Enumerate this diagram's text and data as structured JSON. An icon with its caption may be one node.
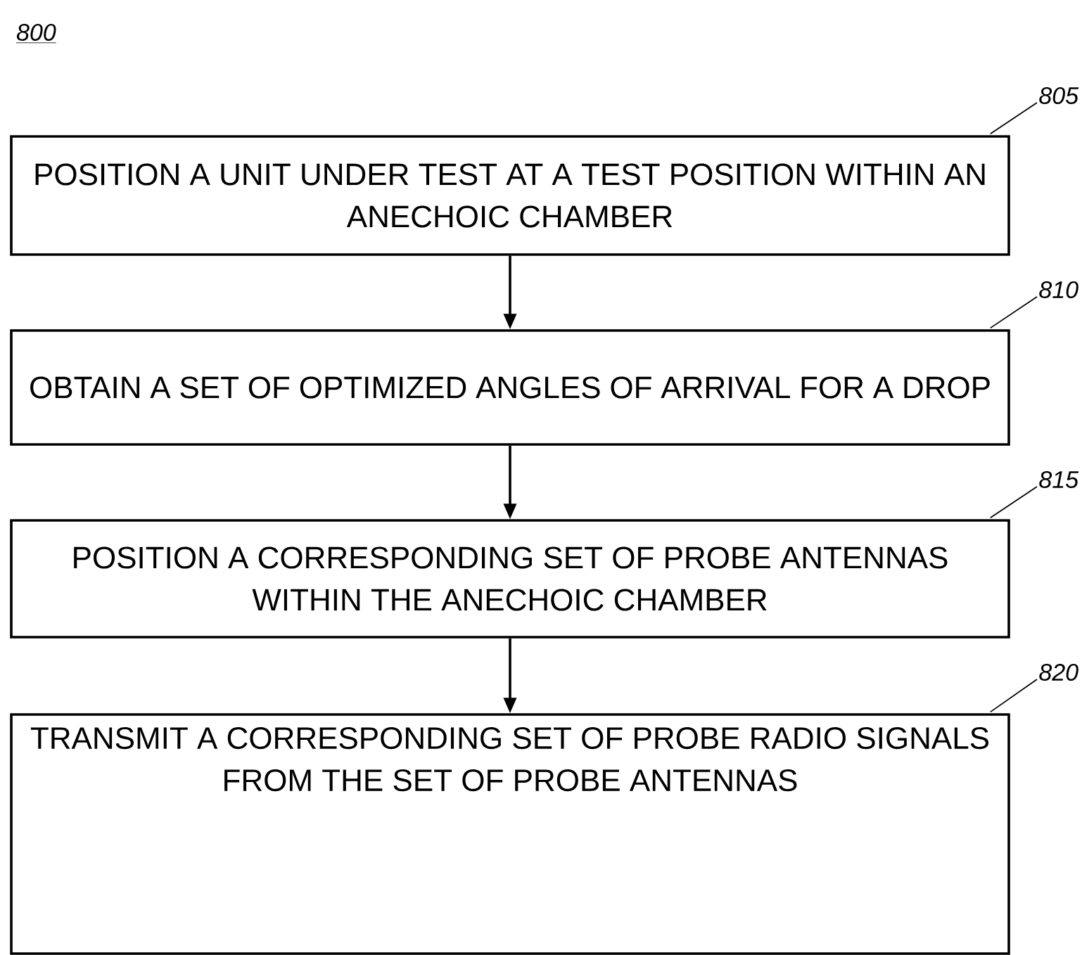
{
  "diagram": {
    "nodes": [
      {
        "text": [
          "POSITION A UNIT UNDER TEST AT A TEST POSITION WITHIN AN ANECHOIC CHAMBER"
        ]
      },
      {
        "text": [
          "805"
        ]
      },
      {
        "text": [
          "OBTAIN A SET OF OPTIMIZED ANGLES OF ARRIVAL FOR A DROP"
        ]
      },
      {
        "text": [
          "810"
        ]
      },
      {
        "text": [
          "POSITION A CORRESPONDING SET OF PROBE ANTENNAS WITHIN THE ANECHOIC CHAMBER"
        ]
      },
      {
        "text": [
          "815"
        ]
      },
      {
        "text": [
          "TRANSMIT A CORRESPONDING SET OF PROBE RADIO SIGNALS FROM THE SET OF PROBE ANTENNAS"
        ]
      },
      {
        "text": [
          "820"
        ]
      }
    ],
    "edges": [
      {
        "from": 0,
        "to": 2,
        "arrow": "to"
      },
      {
        "from": 2,
        "to": 4,
        "arrow": "to"
      },
      {
        "from": 4,
        "to": 6,
        "arrow": "to"
      },
      {
        "from": 1,
        "to": 0,
        "arrow": "none"
      },
      {
        "from": 3,
        "to": 2,
        "arrow": "none"
      },
      {
        "from": 5,
        "to": 4,
        "arrow": "none"
      },
      {
        "from": 7,
        "to": 6,
        "arrow": "none"
      }
    ],
    "labels": [
      "800"
    ]
  }
}
